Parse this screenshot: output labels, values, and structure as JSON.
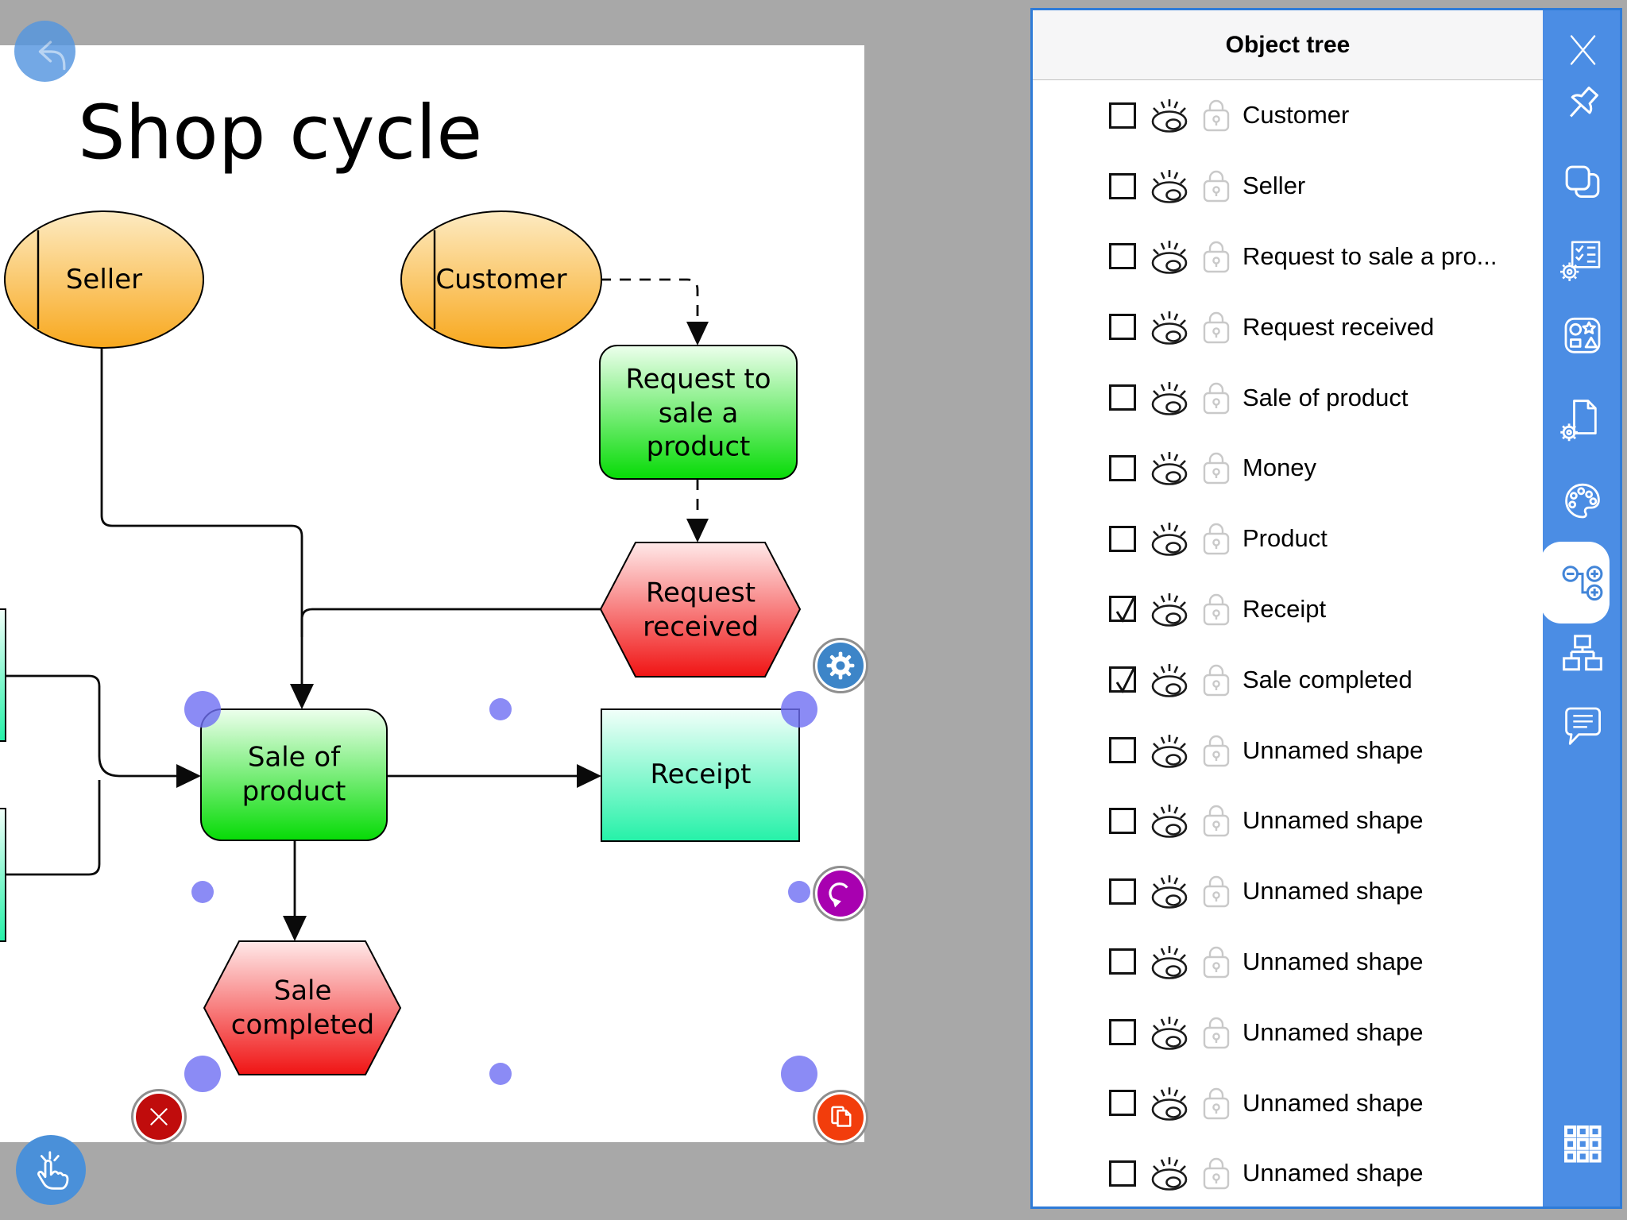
{
  "canvas": {
    "title": "Shop cycle",
    "shapes": {
      "seller": {
        "label": "Seller"
      },
      "customer": {
        "label": "Customer"
      },
      "request_to_sale": {
        "label": "Request to sale a product"
      },
      "request_received": {
        "label": "Request received"
      },
      "sale_of_product": {
        "label": "Sale of product"
      },
      "receipt": {
        "label": "Receipt"
      },
      "sale_completed": {
        "label": "Sale completed"
      }
    },
    "colors": {
      "actor_top": "#FDEBC2",
      "actor_bottom": "#F8A81E",
      "process_top": "#EDFFED",
      "process_bottom": "#06DB06",
      "receipt_top": "#F2FFFA",
      "receipt_bottom": "#25F1A8",
      "state_top": "#FFE9E9",
      "state_bottom": "#F01414",
      "selection_handle": "#6E6EF2",
      "connector": "#0a0a0a"
    },
    "floating_buttons": {
      "undo": "undo-icon",
      "settings": "gear-icon",
      "rotate": "rotate-icon",
      "delete": "close-icon",
      "duplicate": "copy-pages-icon",
      "pan": "hand-tap-icon"
    }
  },
  "panel": {
    "title": "Object tree",
    "rows": [
      {
        "label": "Customer",
        "checked": false
      },
      {
        "label": "Seller",
        "checked": false
      },
      {
        "label": "Request to sale a pro...",
        "checked": false
      },
      {
        "label": "Request received",
        "checked": false
      },
      {
        "label": "Sale of product",
        "checked": false
      },
      {
        "label": "Money",
        "checked": false
      },
      {
        "label": "Product",
        "checked": false
      },
      {
        "label": "Receipt",
        "checked": true
      },
      {
        "label": "Sale completed",
        "checked": true
      },
      {
        "label": "Unnamed shape",
        "checked": false
      },
      {
        "label": "Unnamed shape",
        "checked": false
      },
      {
        "label": "Unnamed shape",
        "checked": false
      },
      {
        "label": "Unnamed shape",
        "checked": false
      },
      {
        "label": "Unnamed shape",
        "checked": false
      },
      {
        "label": "Unnamed shape",
        "checked": false
      },
      {
        "label": "Unnamed shape",
        "checked": false
      }
    ],
    "toolbar": {
      "accent": "#4B8DE4",
      "icons": [
        "close",
        "pin",
        "duplicate",
        "checklist-settings",
        "shapes-library",
        "page-settings",
        "palette",
        "object-tree",
        "org-chart",
        "comments",
        "grid"
      ],
      "active_icon": "object-tree"
    }
  }
}
